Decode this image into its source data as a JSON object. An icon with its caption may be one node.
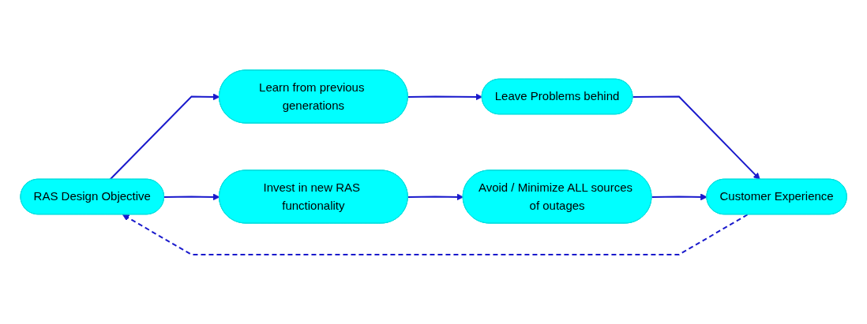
{
  "diagram": {
    "nodes": [
      {
        "text": [
          "RAS Design Objective"
        ]
      },
      {
        "text": [
          "Learn from previous generations"
        ]
      },
      {
        "text": [
          "Invest in new RAS functionality"
        ]
      },
      {
        "text": [
          "Leave Problems behind"
        ]
      },
      {
        "text": [
          "Avoid / Minimize ALL sources of outages"
        ]
      },
      {
        "text": [
          "Customer Experience"
        ]
      }
    ],
    "edges": [
      {
        "from": 0,
        "to": 1,
        "arrow": "to"
      },
      {
        "from": 1,
        "to": 3,
        "arrow": "to"
      },
      {
        "from": 3,
        "to": 5,
        "arrow": "to"
      },
      {
        "from": 0,
        "to": 2,
        "arrow": "to"
      },
      {
        "from": 2,
        "to": 4,
        "arrow": "to"
      },
      {
        "from": 4,
        "to": 5,
        "arrow": "to"
      },
      {
        "from": 5,
        "to": 0,
        "arrow": "to",
        "style": "dashed"
      }
    ]
  }
}
